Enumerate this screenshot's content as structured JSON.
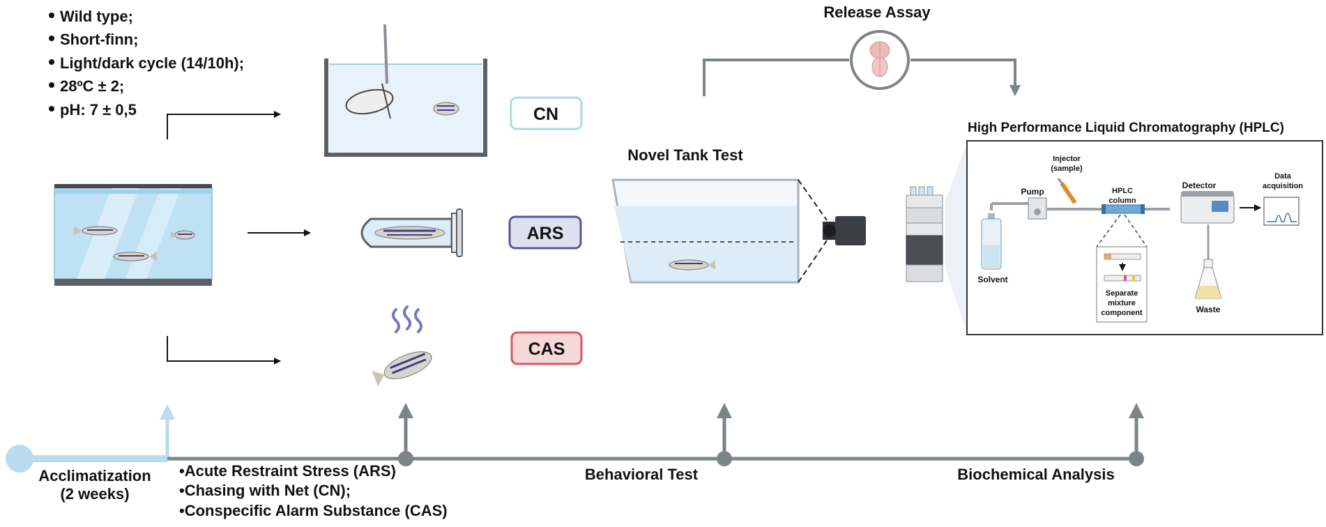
{
  "conditions": [
    "Wild type;",
    "Short-finn;",
    "Light/dark cycle (14/10h);",
    "28ºC ± 2;",
    "pH: 7 ± 0,5"
  ],
  "stress_badges": {
    "cn": {
      "label": "CN",
      "color": "#a9dbe6"
    },
    "ars": {
      "label": "ARS",
      "color": "#5b559e"
    },
    "cas": {
      "label": "CAS",
      "color": "#d9565f"
    }
  },
  "release_assay": {
    "title": "Release Assay"
  },
  "novel_tank": {
    "title": "Novel Tank Test"
  },
  "hplc": {
    "title": "High Performance Liquid Chromatography (HPLC)",
    "labels": {
      "injector": [
        "Injector",
        "(sample)"
      ],
      "pump": "Pump",
      "column": [
        "HPLC",
        "column"
      ],
      "detector": "Detector",
      "data": [
        "Data",
        "acquisition"
      ],
      "solvent": "Solvent",
      "separate": [
        "Separate",
        "mixture",
        "component"
      ],
      "waste": "Waste"
    }
  },
  "timeline": {
    "acclimatization": [
      "Acclimatization",
      "(2 weeks)"
    ],
    "stress_list": [
      "•Acute Restraint Stress (ARS)",
      "•Chasing with Net (CN);",
      "•Conspecific Alarm Substance (CAS)"
    ],
    "behavioral": "Behavioral Test",
    "biochemical": "Biochemical Analysis"
  },
  "colors": {
    "timeline": "#7d8487",
    "acclimation": "#b9dcf2",
    "water": "#dcecf8"
  }
}
